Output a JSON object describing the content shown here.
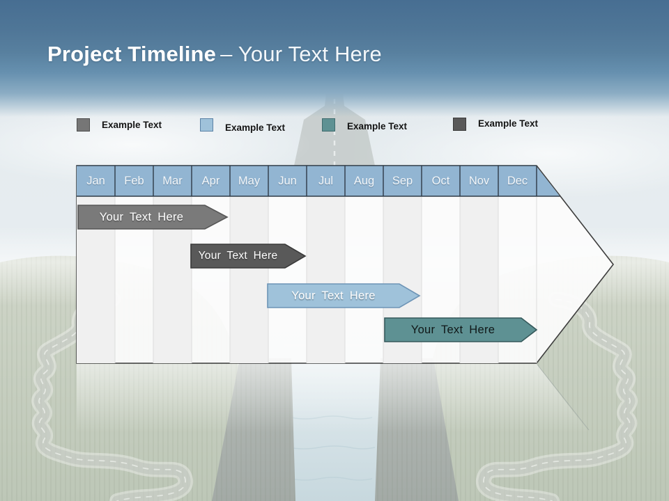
{
  "title": {
    "primary": "Project Timeline",
    "secondary": "– Your Text Here"
  },
  "legend": {
    "items": [
      {
        "label": "Example Text",
        "color": "#767676",
        "border": "#4d4d4d"
      },
      {
        "label": "Example Text",
        "color": "#9fc2da",
        "border": "#5b82a6"
      },
      {
        "label": "Example Text",
        "color": "#5e9193",
        "border": "#3f6b6d"
      },
      {
        "label": "Example Text",
        "color": "#595959",
        "border": "#3a3a3a"
      }
    ]
  },
  "timeline": {
    "months": [
      "Jan",
      "Feb",
      "Mar",
      "Apr",
      "May",
      "Jun",
      "Jul",
      "Aug",
      "Sep",
      "Oct",
      "Nov",
      "Dec"
    ],
    "header_fill": "#92b5d2"
  },
  "chart_data": {
    "type": "bar",
    "subtype": "gantt-timeline",
    "title": "Project Timeline – Your Text Here",
    "categories": [
      "Jan",
      "Feb",
      "Mar",
      "Apr",
      "May",
      "Jun",
      "Jul",
      "Aug",
      "Sep",
      "Oct",
      "Nov",
      "Dec"
    ],
    "axis_note": "months run Jan–Dec across the header; each task bar is a right-pointing arrow",
    "legend_labels": [
      "Example Text",
      "Example Text",
      "Example Text",
      "Example Text"
    ],
    "series": [
      {
        "label": "Your Text Here",
        "start_month": "Jan",
        "end_month": "Apr",
        "start_index": 0.0,
        "end_index": 3.9,
        "color": "#7a7a7a",
        "border": "#565656",
        "text_color": "#ffffff"
      },
      {
        "label": "Your Text Here",
        "start_month": "Apr",
        "end_month": "Jun",
        "start_index": 3.0,
        "end_index": 6.0,
        "color": "#595959",
        "border": "#3a3a3a",
        "text_color": "#ffffff"
      },
      {
        "label": "Your Text Here",
        "start_month": "Jun",
        "end_month": "Sep",
        "start_index": 5.0,
        "end_index": 9.0,
        "color": "#9fc2da",
        "border": "#6d94b6",
        "text_color": "#ffffff"
      },
      {
        "label": "Your Text Here",
        "start_month": "Sep",
        "end_month": "Dec",
        "start_index": 8.0,
        "end_index": 12.0,
        "color": "#5e9193",
        "border": "#35595b",
        "text_color": "#101818"
      }
    ]
  }
}
